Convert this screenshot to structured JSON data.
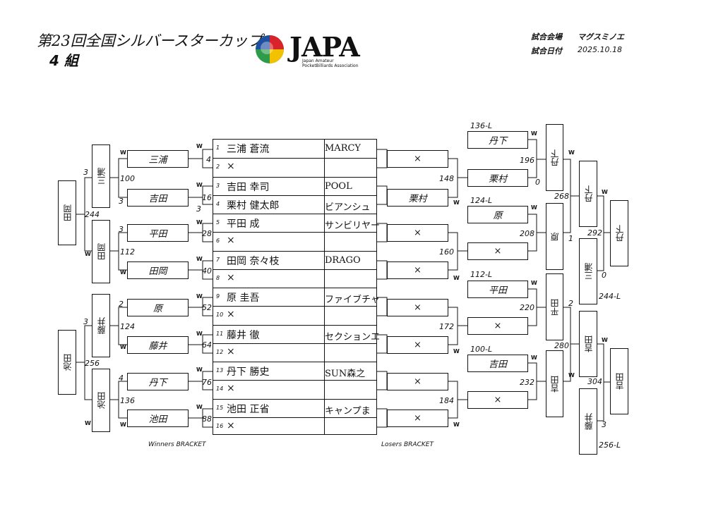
{
  "header": {
    "title": "第23回全国シルバースターカップ",
    "group": "4 組",
    "logo_text": "JAPA",
    "logo_sub1": "Japan Amateur",
    "logo_sub2": "PocketBilliards Association",
    "venue_label": "試合会場",
    "venue": "マグスミノエ",
    "date_label": "試合日付",
    "date": "2025.10.18"
  },
  "colors": {
    "logo_blue": "#1f4fa0",
    "logo_red": "#d8232a",
    "logo_green": "#2e9b48",
    "logo_yellow": "#f2c200"
  },
  "players": [
    {
      "no": "1",
      "name": "三浦 蒼流",
      "team": "MARCY"
    },
    {
      "no": "2",
      "name": "×",
      "team": ""
    },
    {
      "no": "3",
      "name": "吉田 幸司",
      "team": "POOL"
    },
    {
      "no": "4",
      "name": "栗村 健太郎",
      "team": "ビアンシュ"
    },
    {
      "no": "5",
      "name": "平田 成",
      "team": "サンビリヤー"
    },
    {
      "no": "6",
      "name": "×",
      "team": ""
    },
    {
      "no": "7",
      "name": "田岡 奈々枝",
      "team": "DRAGO"
    },
    {
      "no": "8",
      "name": "×",
      "team": ""
    },
    {
      "no": "9",
      "name": "原 圭吾",
      "team": "ファイブチャ"
    },
    {
      "no": "10",
      "name": "×",
      "team": ""
    },
    {
      "no": "11",
      "name": "藤井 徹",
      "team": "セクションエ"
    },
    {
      "no": "12",
      "name": "×",
      "team": ""
    },
    {
      "no": "13",
      "name": "丹下 勝史",
      "team": "SUN森之"
    },
    {
      "no": "14",
      "name": "×",
      "team": ""
    },
    {
      "no": "15",
      "name": "池田 正省",
      "team": "キャンプま"
    },
    {
      "no": "16",
      "name": "×",
      "team": ""
    }
  ],
  "winners": {
    "r1": [
      "三浦",
      "吉田",
      "平田",
      "田岡",
      "原",
      "藤井",
      "丹下",
      "池田"
    ],
    "r2": [
      "三浦",
      "田岡",
      "藤井",
      "池田"
    ],
    "r3": [
      "田岡",
      "池田"
    ],
    "match_nos": [
      "4",
      "16",
      "28",
      "40",
      "52",
      "64",
      "76",
      "88"
    ],
    "r2_nos": [
      "100",
      "112",
      "124",
      "136"
    ],
    "r3_nos": [
      "244",
      "256"
    ],
    "scores": {
      "s1": "3",
      "s2": "3",
      "s3": "3",
      "s4": "2",
      "s5": "4",
      "s6": "3",
      "s7": "3"
    }
  },
  "losers": {
    "r1": [
      "×",
      "栗村",
      "×",
      "×",
      "×",
      "×",
      "×",
      "×"
    ],
    "r2": [
      "丹下",
      "栗村",
      "原",
      "×",
      "平田",
      "×",
      "吉田",
      "×"
    ],
    "r3": [
      "丹下",
      "原",
      "平田",
      "吉田"
    ],
    "r4": [
      "丹下",
      "三浦",
      "吉田",
      "藤井"
    ],
    "r5": [
      "丹下",
      "吉田"
    ],
    "labels": [
      "136-L",
      "124-L",
      "112-L",
      "100-L",
      "244-L",
      "256-L"
    ],
    "nos": [
      "148",
      "160",
      "172",
      "184",
      "196",
      "208",
      "220",
      "232",
      "268",
      "280",
      "292",
      "304"
    ],
    "scores": {
      "a": "0",
      "b": "1",
      "c": "2",
      "d": "0",
      "e": "3"
    }
  },
  "footer": {
    "winners": "Winners BRACKET",
    "losers": "Losers BRACKET"
  },
  "w": "W"
}
